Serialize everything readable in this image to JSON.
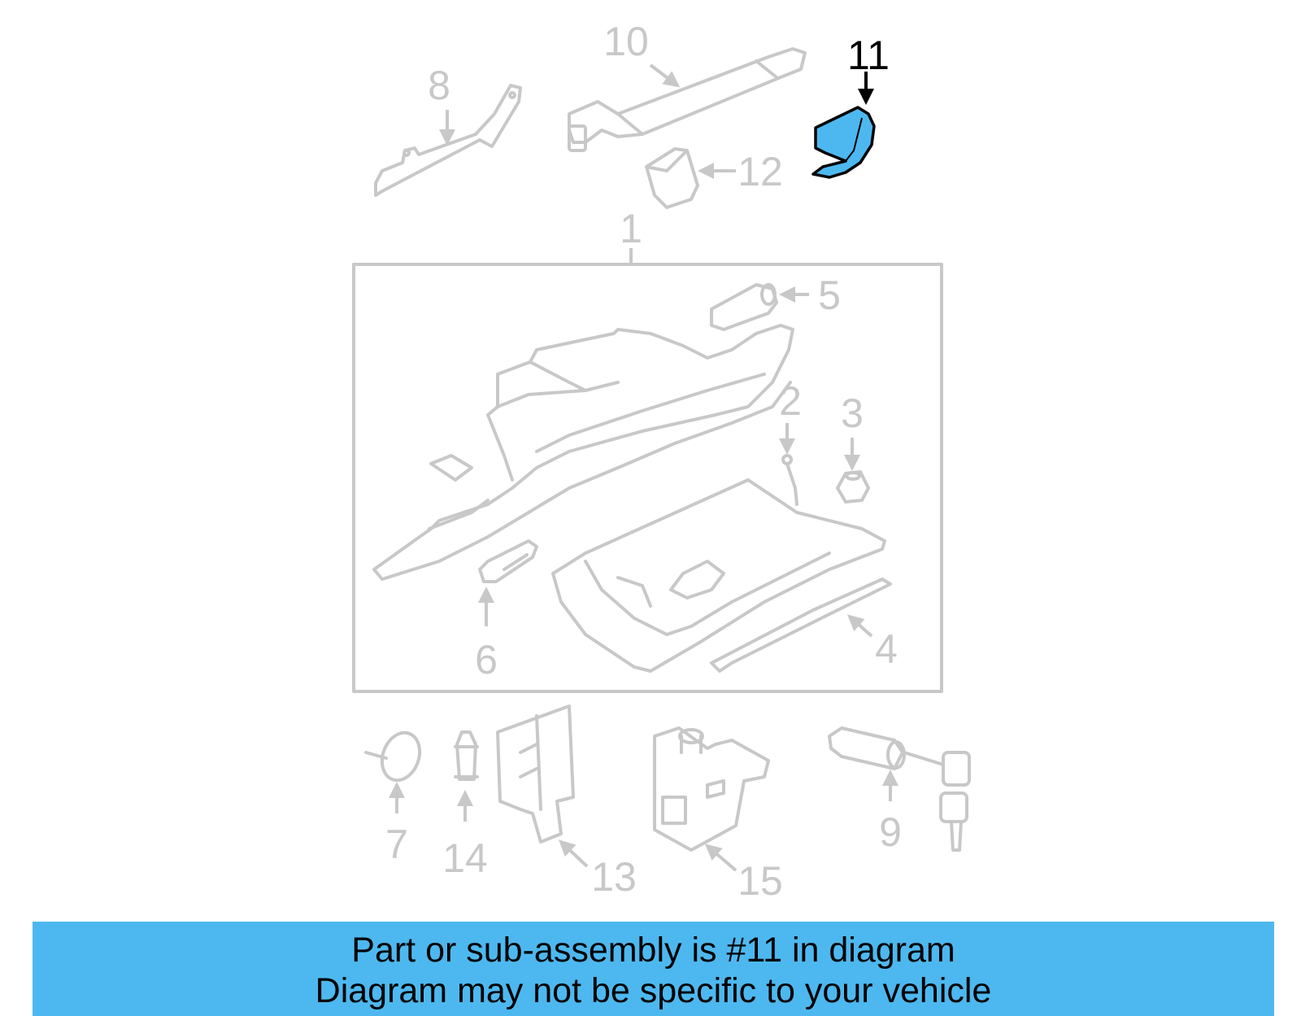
{
  "callouts": {
    "c1": "1",
    "c2": "2",
    "c3": "3",
    "c4": "4",
    "c5": "5",
    "c6": "6",
    "c7": "7",
    "c8": "8",
    "c9": "9",
    "c10": "10",
    "c11": "11",
    "c12": "12",
    "c13": "13",
    "c14": "14",
    "c15": "15"
  },
  "highlight": {
    "part_number": "11",
    "color": "#4db8ef"
  },
  "colors": {
    "inactive_line": "#c8c8c8",
    "active_line": "#000000",
    "banner": "#4db8ef"
  },
  "banner": {
    "line1": "Part or sub-assembly is #11 in diagram",
    "line2": "Diagram may not be specific to your vehicle"
  }
}
